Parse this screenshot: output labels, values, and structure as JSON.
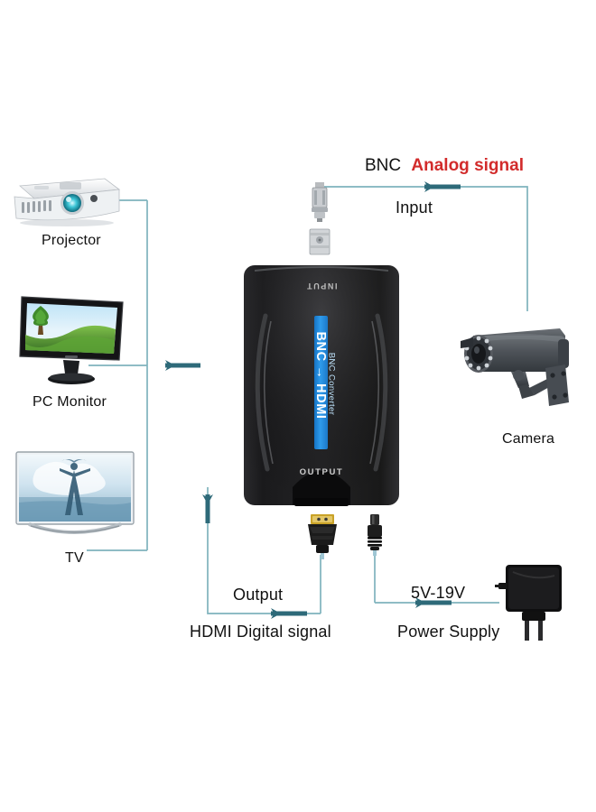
{
  "diagram": {
    "title": "BNC to HDMI Converter connection diagram",
    "line_color": "#7fb3bd",
    "arrow_color": "#2e6a79",
    "labels": {
      "bnc": "BNC",
      "analog_signal": "Analog signal",
      "input": "Input",
      "output": "Output",
      "hdmi_digital_signal": "HDMI Digital signal",
      "voltage": "5V-19V",
      "power_supply": "Power Supply",
      "projector": "Projector",
      "pc_monitor": "PC Monitor",
      "tv": "TV",
      "camera": "Camera"
    },
    "device": {
      "top_port_label": "INPUT",
      "bottom_port_label": "OUTPUT",
      "brand_line1": "BNC → HDMI",
      "brand_line2": "BNC Converter",
      "body_color": "#1c1c1e",
      "band_color": "#2196f3"
    },
    "colors": {
      "red_text": "#d22b2b",
      "black_text": "#111111",
      "line": "#7fb3bd",
      "arrow": "#2e6a79",
      "device_body": "#1c1c1e",
      "device_band": "#2196f3",
      "camera_body": "#4a4f54",
      "projector_body": "#e8ebee",
      "adapter_body": "#121212"
    },
    "icons": {
      "projector": "projector-icon",
      "monitor": "pc-monitor-icon",
      "tv": "tv-icon",
      "camera": "cctv-camera-icon",
      "converter": "bnc-hdmi-converter-icon",
      "bnc_connector": "bnc-connector-icon",
      "hdmi_connector": "hdmi-connector-icon",
      "dc_plug": "dc-barrel-plug-icon",
      "power_adapter": "power-adapter-icon"
    }
  }
}
